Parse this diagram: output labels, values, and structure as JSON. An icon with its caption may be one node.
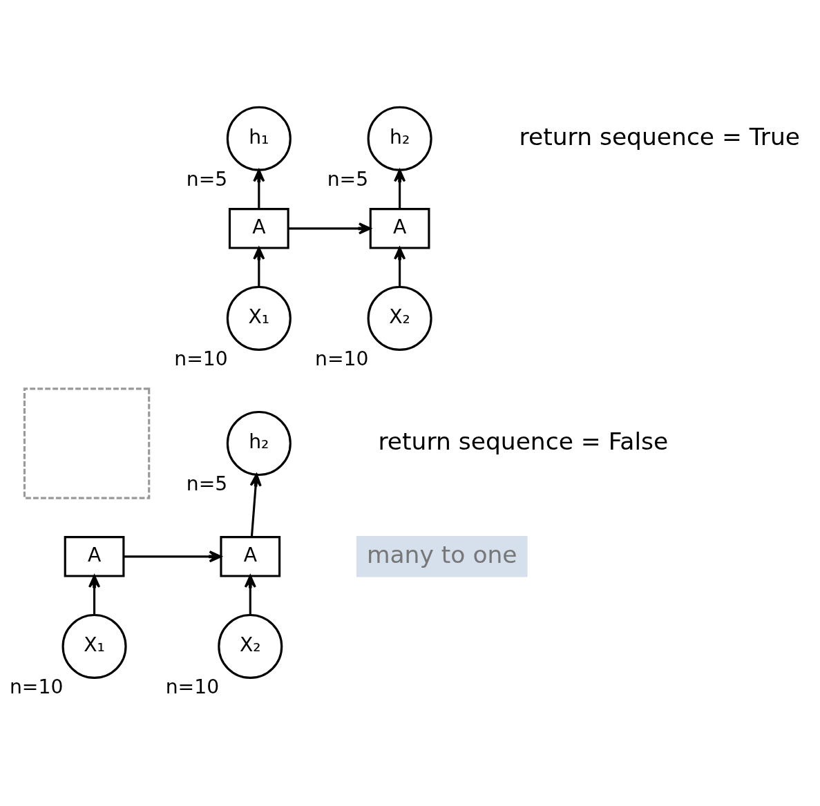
{
  "diagram": {
    "nodes": [
      {
        "text": [
          "h₁"
        ],
        "beside": [
          "n=5"
        ]
      },
      {
        "text": [
          "h₂"
        ],
        "beside": [
          "n=5"
        ]
      },
      {
        "text": [
          "A"
        ]
      },
      {
        "text": [
          "A"
        ]
      },
      {
        "text": [
          "X₁"
        ],
        "beside": [
          "n=10"
        ]
      },
      {
        "text": [
          "X₂"
        ],
        "beside": [
          "n=10"
        ]
      },
      {
        "text": [],
        "shape": "box"
      },
      {
        "text": [
          "h₂"
        ],
        "beside": [
          "n=5"
        ]
      },
      {
        "text": [
          "A"
        ]
      },
      {
        "text": [
          "A"
        ]
      },
      {
        "text": [
          "X₁"
        ],
        "beside": [
          "n=10"
        ]
      },
      {
        "text": [
          "X₂"
        ],
        "beside": [
          "n=10"
        ]
      }
    ],
    "edges": [
      {
        "from": 4,
        "to": 2,
        "arrow": "to"
      },
      {
        "from": 2,
        "to": 0,
        "arrow": "to"
      },
      {
        "from": 2,
        "to": 3,
        "arrow": "to"
      },
      {
        "from": 5,
        "to": 3,
        "arrow": "to"
      },
      {
        "from": 3,
        "to": 1,
        "arrow": "to"
      },
      {
        "from": 10,
        "to": 8,
        "arrow": "to"
      },
      {
        "from": 8,
        "to": 9,
        "arrow": "to"
      },
      {
        "from": 11,
        "to": 9,
        "arrow": "to"
      },
      {
        "from": 9,
        "to": 7,
        "arrow": "to"
      }
    ],
    "labels": [
      "return sequence = True",
      "return sequence = False",
      "many to one"
    ]
  }
}
